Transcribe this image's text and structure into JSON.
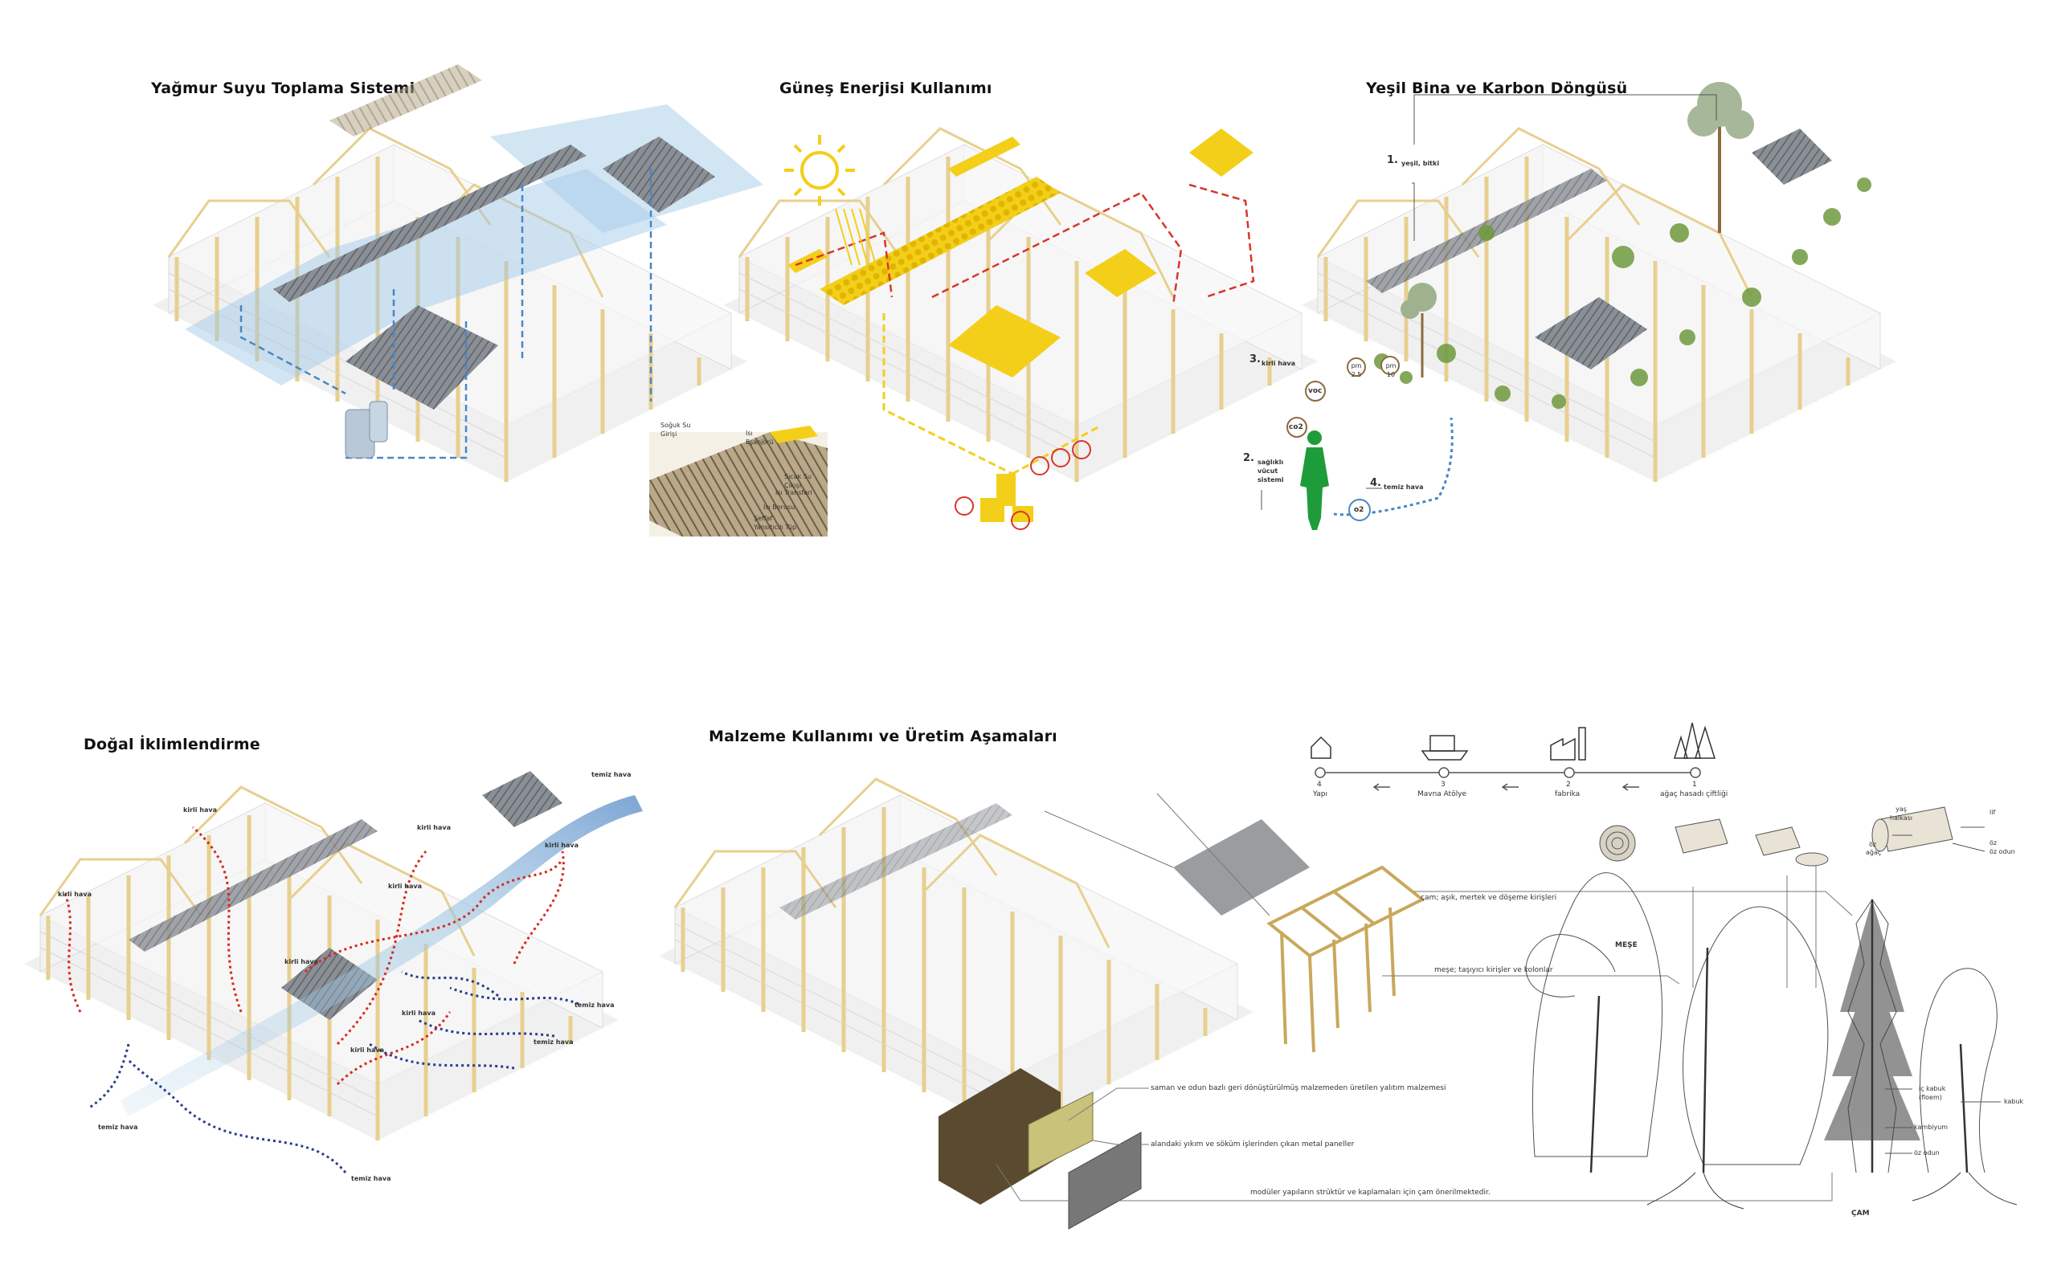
{
  "panels": {
    "rain": {
      "title": "Yağmur Suyu Toplama Sistemi"
    },
    "solar": {
      "title": "Güneş Enerjisi Kullanımı",
      "inset_labels": {
        "cold_in": "Soğuk Su Girişi",
        "heat_exchanger": "Isı Eşanjörü",
        "hot_out": "Sıcak Su Çıkışı",
        "heat_transfer": "Isı Transferi",
        "heat_pipe": "Isı Borusu",
        "tube": "Şeffaf Yansıtıcılı Tüp"
      }
    },
    "green": {
      "title": "Yeşil Bina ve Karbon Döngüsü",
      "labels": {
        "n1": "1.",
        "l1": "yeşil, bitki",
        "n2": "2.",
        "l2": "sağlıklı vücut sistemi",
        "n3": "3.",
        "l3": "kirli hava",
        "n4": "4.",
        "l4": "temiz hava",
        "voc": "voc",
        "co2": "co2",
        "o2": "o2",
        "pm25": "pm 2.5",
        "pm10": "pm 10"
      }
    },
    "climate": {
      "title": "Doğal İklimlendirme",
      "dirty": "kirli hava",
      "clean": "temiz hava"
    },
    "material": {
      "title": "Malzeme Kullanımı ve Üretim Aşamaları",
      "timeline": [
        {
          "n": "4",
          "label": "Yapı"
        },
        {
          "n": "3",
          "label": "Mavna Atölye"
        },
        {
          "n": "2",
          "label": "fabrika"
        },
        {
          "n": "1",
          "label": "ağaç hasadı çiftliği"
        }
      ],
      "wood_labels": {
        "ring": "yaş halkası",
        "fiber": "lif",
        "core1": "öz",
        "core2": "öz odun",
        "core_small": "öz",
        "core_small2": "ağaç"
      },
      "notes": {
        "pine": "çam; aşık, mertek ve döşeme kirişleri",
        "oak": "meşe; taşıyıcı kirişler ve kolonlar",
        "insulation": "saman ve odun bazlı geri dönüştürülmüş malzemeden üretilen yalıtım malzemesi",
        "metal": "alandaki yıkım ve söküm işlerinden çıkan metal paneller",
        "modular": "modüler yapıların strüktür ve kaplamaları için çam önerilmektedir."
      },
      "trees": {
        "oak": "MEŞE",
        "pine": "ÇAM",
        "inner_bark": "iç kabuk (floem)",
        "cambium": "kambiyum",
        "bark": "kabuk",
        "heartwood": "öz odun"
      }
    }
  },
  "colors": {
    "timber": "#e7cf8f",
    "timber_dark": "#c9a85c",
    "rain_blue": "#4a86c5",
    "solar_yellow": "#f3cf1a",
    "solar_red": "#d9352a",
    "green": "#1f9c3a",
    "plant": "#6f9a3d",
    "dirty_red": "#d62a20",
    "clean_blue": "#2b3e8c"
  }
}
